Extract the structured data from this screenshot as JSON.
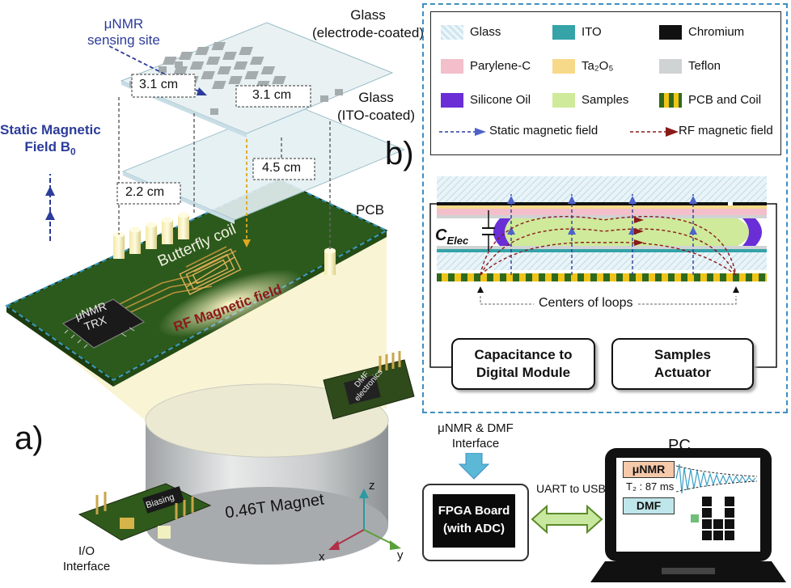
{
  "panel_a": {
    "panel_label": "a)",
    "unmr_site_line1": "μNMR",
    "unmr_site_line2": "sensing site",
    "glass_top_line1": "Glass",
    "glass_top_line2": "(electrode-coated)",
    "glass_ito_line1": "Glass",
    "glass_ito_line2": "(ITO-coated)",
    "static_field_line1": "Static Magnetic",
    "static_field_line2": "Field B",
    "static_field_sub": "0",
    "dim_31_left": "3.1 cm",
    "dim_31_right": "3.1 cm",
    "dim_45": "4.5 cm",
    "dim_22": "2.2 cm",
    "pcb": "PCB",
    "butterfly_coil": "Butterfly coil",
    "rf_field": "RF Magnetic field",
    "trx_line1": "μNMR",
    "trx_line2": "TRX",
    "dmf_line1": "DMF",
    "dmf_line2": "electronics",
    "magnet": "0.46T Magnet",
    "biasing": "Biasing",
    "io_line1": "I/O",
    "io_line2": "Interface",
    "axis_z": "z",
    "axis_x": "x",
    "axis_y": "y"
  },
  "panel_b": {
    "panel_label": "b)",
    "legend": [
      {
        "label": "Glass",
        "color": "#cfe6ef"
      },
      {
        "label": "ITO",
        "color": "#35a3a8"
      },
      {
        "label": "Chromium",
        "color": "#111111"
      },
      {
        "label": "Parylene-C",
        "color": "#f2bfca"
      },
      {
        "label": "Ta₂O₅",
        "color": "#f7d98a"
      },
      {
        "label": "Teflon",
        "color": "#cfd3d3"
      },
      {
        "label": "Silicone Oil",
        "color": "#6a2ed6"
      },
      {
        "label": "Samples",
        "color": "#cfea9a"
      },
      {
        "label": "PCB and Coil",
        "color": "#2f6a1c"
      }
    ],
    "legend_static": "Static magnetic field",
    "legend_rf": "RF magnetic field",
    "c_elec_main": "C",
    "c_elec_sub": "Elec",
    "centers_of_loops": "Centers of loops",
    "module_cap_line1": "Capacitance to",
    "module_cap_line2": "Digital Module",
    "module_act_line1": "Samples",
    "module_act_line2": "Actuator"
  },
  "bottom": {
    "interface_line1": "μNMR & DMF",
    "interface_line2": "Interface",
    "fpga_line1": "FPGA Board",
    "fpga_line2": "(with ADC)",
    "uart": "UART to USB",
    "pc": "PC",
    "pc_unmr": "μNMR",
    "pc_t2": "T₂ : 87 ms",
    "pc_dmf": "DMF"
  }
}
